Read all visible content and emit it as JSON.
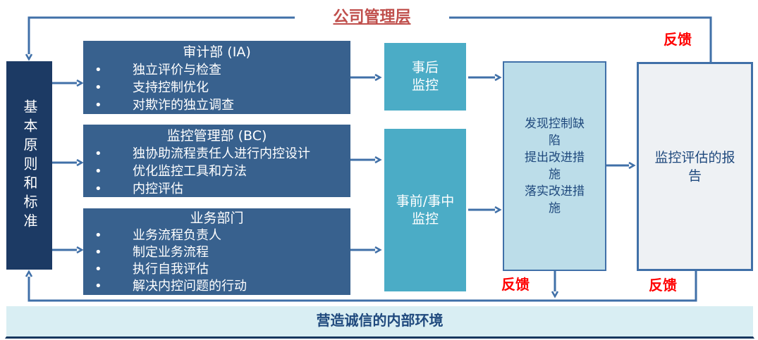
{
  "colors": {
    "accent": "#4070A8",
    "navy": "#1C3A64",
    "dept-blue": "#38618E",
    "teal": "#4BACC6",
    "defect-fill": "#BCDDE9",
    "report-fill": "#EEF1F4",
    "bar-fill": "#D9EEF3",
    "bar-border": "#17375E",
    "text-dark": "#1F497D",
    "title-red": "#C0504D",
    "feedback-red": "#FF0000"
  },
  "management_box": {
    "label": "公司管理层"
  },
  "principles_bar": {
    "label": "基本原则和标准"
  },
  "departments": [
    {
      "title": "审计部 (IA)",
      "bullets": [
        "独立评价与检查",
        "支持控制优化",
        "对欺诈的独立调查"
      ]
    },
    {
      "title": "监控管理部 (BC)",
      "bullets": [
        "独协助流程责任人进行内控设计",
        "优化监控工具和方法",
        "内控评估"
      ]
    },
    {
      "title": "业务部门",
      "bullets": [
        "业务流程负责人",
        "制定业务流程",
        "执行自我评估",
        "解决内控问题的行动"
      ]
    }
  ],
  "monitoring": [
    {
      "label": "事后\n监控"
    },
    {
      "label": "事前/事中\n监控"
    }
  ],
  "actions_box": {
    "lines": [
      "发现控制缺陷",
      "提出改进措施",
      "落实改进措施"
    ]
  },
  "report_box": {
    "label": "监控评估的报告"
  },
  "environment_bar": {
    "label": "营造诚信的内部环境"
  },
  "feedback": {
    "top_right": "反馈",
    "bottom_middle": "反馈",
    "bottom_right": "反馈"
  }
}
